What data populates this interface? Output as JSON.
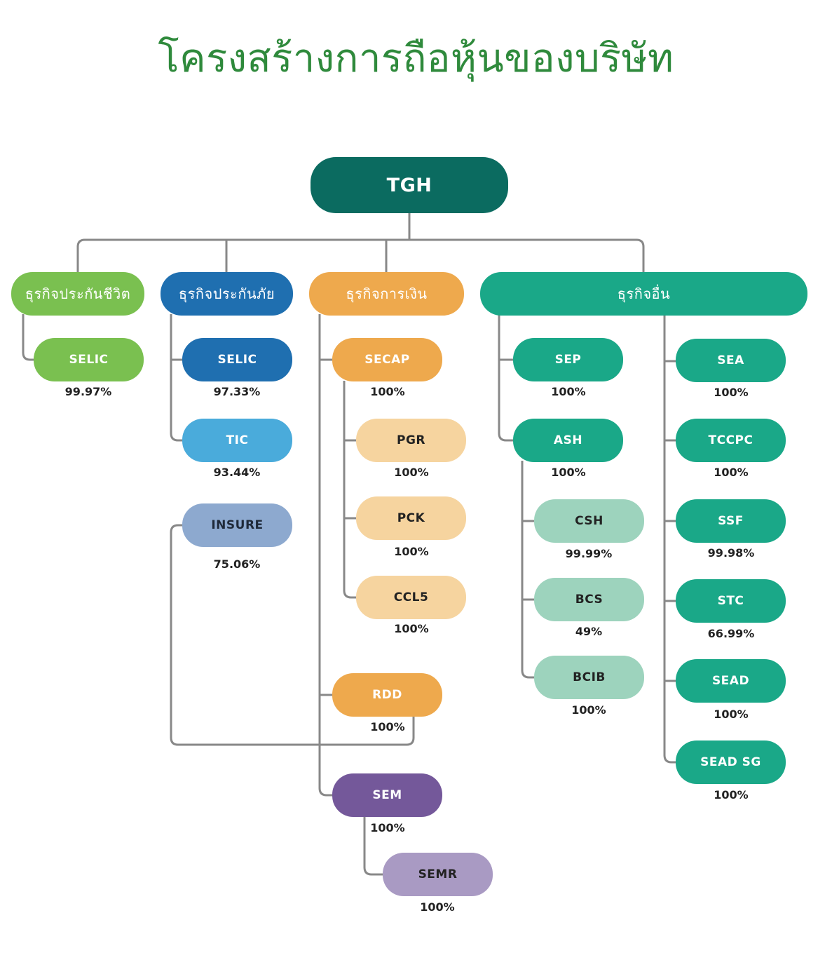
{
  "title": "โครงสร้างการถือหุ้นของบริษัท",
  "colors": {
    "root": "#0b6b60",
    "life": "#7ac050",
    "nonlife_dark": "#1f6fb0",
    "nonlife_light": "#4aabdb",
    "nonlife_insure": "#8da9cf",
    "finance": "#eea94d",
    "finance_light": "#f6d49f",
    "other": "#1aa888",
    "other_light": "#9dd3bd",
    "sem": "#74589a",
    "semr": "#a99ac3",
    "line": "#888888"
  },
  "diagram": {
    "root": {
      "label": "TGH"
    },
    "categories": {
      "life": "ธุรกิจประกันชีวิต",
      "nonlife": "ธุรกิจประกันภัย",
      "finance": "ธุรกิจการเงิน",
      "other": "ธุรกิจอื่น"
    },
    "companies": {
      "selic_life": {
        "label": "SELIC",
        "pct": "99.97%"
      },
      "selic_nonlife": {
        "label": "SELIC",
        "pct": "97.33%"
      },
      "tic": {
        "label": "TIC",
        "pct": "93.44%"
      },
      "insure": {
        "label": "INSURE",
        "pct": "75.06%"
      },
      "secap": {
        "label": "SECAP",
        "pct": "100%"
      },
      "pgr": {
        "label": "PGR",
        "pct": "100%"
      },
      "pck": {
        "label": "PCK",
        "pct": "100%"
      },
      "ccl5": {
        "label": "CCL5",
        "pct": "100%"
      },
      "rdd": {
        "label": "RDD",
        "pct": "100%"
      },
      "sem": {
        "label": "SEM",
        "pct": "100%"
      },
      "semr": {
        "label": "SEMR",
        "pct": "100%"
      },
      "sep": {
        "label": "SEP",
        "pct": "100%"
      },
      "ash": {
        "label": "ASH",
        "pct": "100%"
      },
      "csh": {
        "label": "CSH",
        "pct": "99.99%"
      },
      "bcs": {
        "label": "BCS",
        "pct": "49%"
      },
      "bcib": {
        "label": "BCIB",
        "pct": "100%"
      },
      "sea": {
        "label": "SEA",
        "pct": "100%"
      },
      "tccpc": {
        "label": "TCCPC",
        "pct": "100%"
      },
      "ssf": {
        "label": "SSF",
        "pct": "99.98%"
      },
      "stc": {
        "label": "STC",
        "pct": "66.99%"
      },
      "sead": {
        "label": "SEAD",
        "pct": "100%"
      },
      "sead_sg": {
        "label": "SEAD SG",
        "pct": "100%"
      }
    }
  }
}
